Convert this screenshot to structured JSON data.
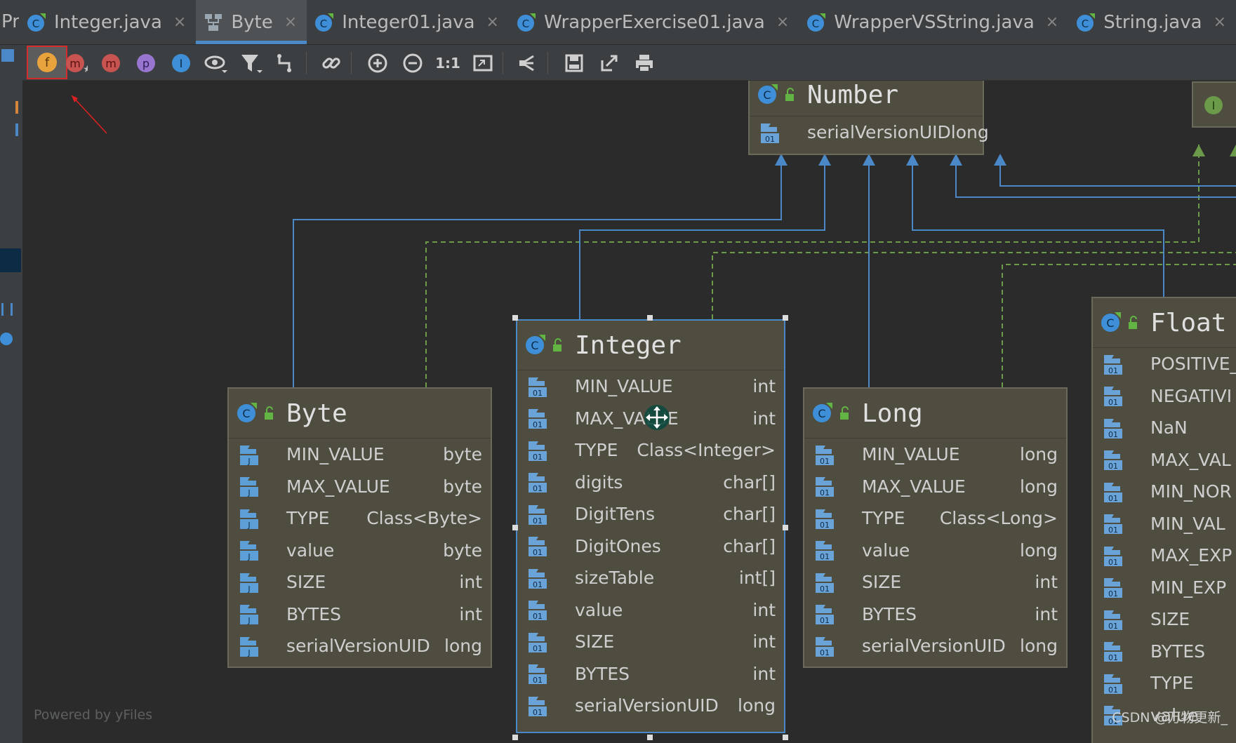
{
  "tabs": [
    {
      "label": "Pr.:",
      "kind": "stub"
    },
    {
      "label": "Integer.java",
      "icon": "class-icon",
      "active": false
    },
    {
      "label": "Byte",
      "icon": "diagram-icon",
      "active": true
    },
    {
      "label": "Integer01.java",
      "icon": "class-icon",
      "active": false
    },
    {
      "label": "WrapperExercise01.java",
      "icon": "class-icon",
      "active": false
    },
    {
      "label": "WrapperVSString.java",
      "icon": "class-icon",
      "active": false
    },
    {
      "label": "String.java",
      "icon": "class-icon",
      "active": false
    }
  ],
  "toolbar": {
    "fields_label": "f",
    "methods_star_label": "m",
    "methods_label": "m",
    "properties_label": "p",
    "inner_label": "I",
    "actual_size_label": "1:1"
  },
  "nodes": {
    "number": {
      "title": "Number",
      "fields": [
        {
          "name": "serialVersionUID",
          "type": "long"
        }
      ]
    },
    "integer": {
      "title": "Integer",
      "fields": [
        {
          "name": "MIN_VALUE",
          "type": "int"
        },
        {
          "name": "MAX_VALUE",
          "type": "int"
        },
        {
          "name": "TYPE",
          "type": "Class<Integer>"
        },
        {
          "name": "digits",
          "type": "char[]"
        },
        {
          "name": "DigitTens",
          "type": "char[]"
        },
        {
          "name": "DigitOnes",
          "type": "char[]"
        },
        {
          "name": "sizeTable",
          "type": "int[]"
        },
        {
          "name": "value",
          "type": "int"
        },
        {
          "name": "SIZE",
          "type": "int"
        },
        {
          "name": "BYTES",
          "type": "int"
        },
        {
          "name": "serialVersionUID",
          "type": "long"
        }
      ]
    },
    "byte": {
      "title": "Byte",
      "fields": [
        {
          "name": "MIN_VALUE",
          "type": "byte"
        },
        {
          "name": "MAX_VALUE",
          "type": "byte"
        },
        {
          "name": "TYPE",
          "type": "Class<Byte>"
        },
        {
          "name": "value",
          "type": "byte"
        },
        {
          "name": "SIZE",
          "type": "int"
        },
        {
          "name": "BYTES",
          "type": "int"
        },
        {
          "name": "serialVersionUID",
          "type": "long"
        }
      ]
    },
    "long": {
      "title": "Long",
      "fields": [
        {
          "name": "MIN_VALUE",
          "type": "long"
        },
        {
          "name": "MAX_VALUE",
          "type": "long"
        },
        {
          "name": "TYPE",
          "type": "Class<Long>"
        },
        {
          "name": "value",
          "type": "long"
        },
        {
          "name": "SIZE",
          "type": "int"
        },
        {
          "name": "BYTES",
          "type": "int"
        },
        {
          "name": "serialVersionUID",
          "type": "long"
        }
      ]
    },
    "float": {
      "title": "Float",
      "fields": [
        {
          "name": "POSITIVE_",
          "type": ""
        },
        {
          "name": "NEGATIVI",
          "type": ""
        },
        {
          "name": "NaN",
          "type": ""
        },
        {
          "name": "MAX_VAL",
          "type": ""
        },
        {
          "name": "MIN_NOR",
          "type": ""
        },
        {
          "name": "MIN_VAL",
          "type": ""
        },
        {
          "name": "MAX_EXP",
          "type": ""
        },
        {
          "name": "MIN_EXP",
          "type": ""
        },
        {
          "name": "SIZE",
          "type": ""
        },
        {
          "name": "BYTES",
          "type": ""
        },
        {
          "name": "TYPE",
          "type": ""
        },
        {
          "name": "value",
          "type": ""
        }
      ]
    }
  },
  "footer": "Powered by yFiles",
  "watermark": "CSDN @万物更新_",
  "colors": {
    "accent": "#4a88c7",
    "inherit_line": "#4a88c7",
    "implement_line": "#6a9a4a",
    "selection": "#d42c2c"
  }
}
